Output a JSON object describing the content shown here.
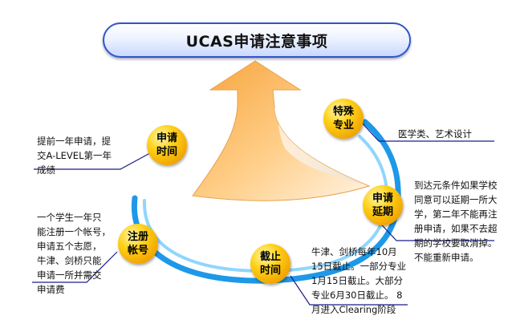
{
  "title": "UCAS申请注意事项",
  "nodes": {
    "apply_time": {
      "label": "申请\n时间"
    },
    "special_major": {
      "label": "特殊\n专业"
    },
    "apply_defer": {
      "label": "申请\n延期"
    },
    "deadline": {
      "label": "截止\n时间"
    },
    "register_account": {
      "label": "注册\n帐号"
    }
  },
  "notes": {
    "apply_time": [
      "提前一年申请，提",
      "交A-LEVEL第一年",
      "成绩"
    ],
    "special_major": [
      "医学类、艺术设计"
    ],
    "apply_defer": [
      "到达元条件如果学校",
      "同意可以延期一所大",
      "学，第二年不能再注",
      "册申请，如果不去超",
      "期的学校要取消掉。",
      "不能重新申请。"
    ],
    "deadline": [
      "牛津、剑桥每年10月",
      "15日截止。一部分专业",
      "1月15日截止。大部分",
      "专业6月30日截止。 8",
      "月进入Clearing阶段"
    ],
    "register_account": [
      "一个学生一年只",
      "能注册一个帐号，",
      "申请五个志愿，",
      "牛津、剑桥只能",
      "申请一所并需交",
      "申请费"
    ]
  },
  "colors": {
    "ring_outer": "#1e98e8",
    "ring_inner": "#8fd6ff",
    "arrow_orange": "#f08a1a",
    "node_gold": "#ffc400",
    "connector": "#1c1c8c",
    "title_border": "#2f56c8"
  }
}
